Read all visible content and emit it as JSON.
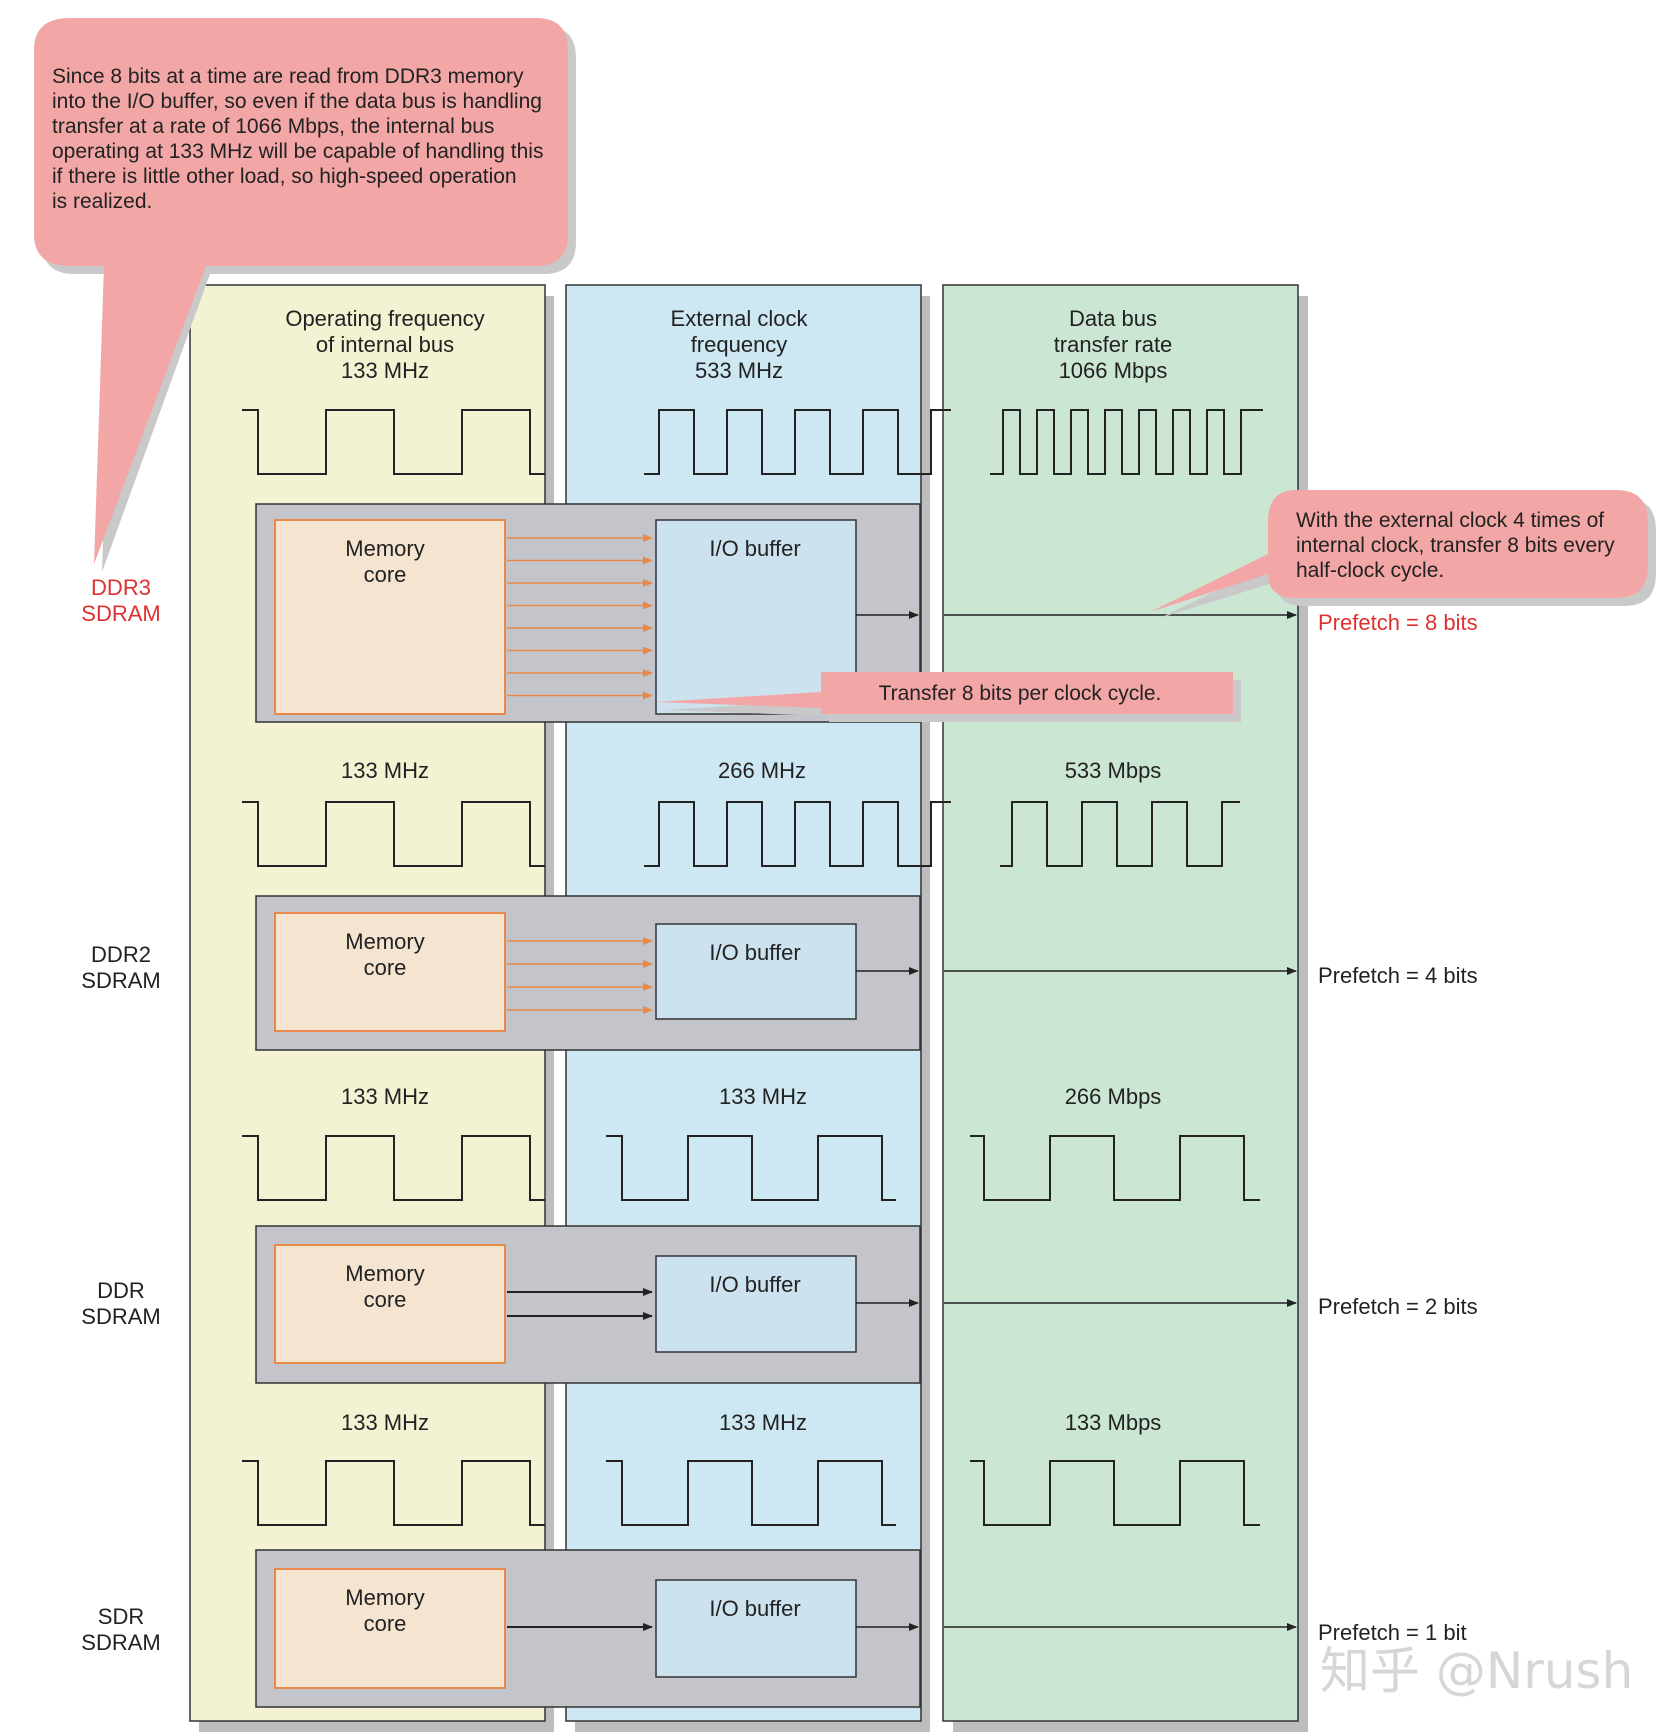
{
  "columns": {
    "internal": {
      "title_lines": [
        "Operating frequency",
        "of internal bus",
        "133 MHz"
      ],
      "color": "#f3f2d2"
    },
    "external": {
      "title_lines": [
        "External clock",
        "frequency",
        "533 MHz"
      ],
      "color": "#cde8f2"
    },
    "databus": {
      "title_lines": [
        "Data bus",
        "transfer rate",
        "1066 Mbps"
      ],
      "color": "#cce6d4"
    }
  },
  "generations": [
    {
      "name_lines": [
        "DDR3",
        "SDRAM"
      ],
      "highlight": true,
      "internal_freq": "",
      "external_freq": "",
      "databus_rate": "",
      "prefetch_label": "Prefetch = 8 bits",
      "prefetch_bits": 8,
      "memory_core_lines": [
        "Memory",
        "core"
      ],
      "io_buffer_label": "I/O buffer"
    },
    {
      "name_lines": [
        "DDR2",
        "SDRAM"
      ],
      "highlight": false,
      "internal_freq": "133 MHz",
      "external_freq": "266 MHz",
      "databus_rate": "533 Mbps",
      "prefetch_label": "Prefetch = 4 bits",
      "prefetch_bits": 4,
      "memory_core_lines": [
        "Memory",
        "core"
      ],
      "io_buffer_label": "I/O buffer"
    },
    {
      "name_lines": [
        "DDR",
        "SDRAM"
      ],
      "highlight": false,
      "internal_freq": "133 MHz",
      "external_freq": "133 MHz",
      "databus_rate": "266 Mbps",
      "prefetch_label": "Prefetch = 2 bits",
      "prefetch_bits": 2,
      "memory_core_lines": [
        "Memory",
        "core"
      ],
      "io_buffer_label": "I/O buffer"
    },
    {
      "name_lines": [
        "SDR",
        "SDRAM"
      ],
      "highlight": false,
      "internal_freq": "133 MHz",
      "external_freq": "133 MHz",
      "databus_rate": "133 Mbps",
      "prefetch_label": "Prefetch = 1 bit",
      "prefetch_bits": 1,
      "memory_core_lines": [
        "Memory",
        "core"
      ],
      "io_buffer_label": "I/O buffer"
    }
  ],
  "callouts": {
    "top_note_lines": [
      "Since 8 bits at a time are read from DDR3 memory",
      "into the I/O buffer, so even if the data bus is handling",
      "transfer at a rate of 1066 Mbps, the internal bus",
      "operating at 133 MHz will be capable of handling this",
      "if there is little other load, so high-speed operation",
      "is realized."
    ],
    "right_note_lines": [
      "With the external clock 4 times of",
      "internal clock, transfer 8 bits every",
      "half-clock cycle."
    ],
    "transfer_note": "Transfer 8 bits per clock cycle.",
    "color": "#f2a7a6"
  },
  "watermark": "知乎 @Nrush",
  "colors": {
    "panel_gray": "#c4c5ca",
    "core_fill": "#f4e4d0",
    "core_border": "#e8894a",
    "io_fill": "#cde2ef",
    "red_text": "#e03030",
    "orange_arrow": "#e8894a"
  }
}
